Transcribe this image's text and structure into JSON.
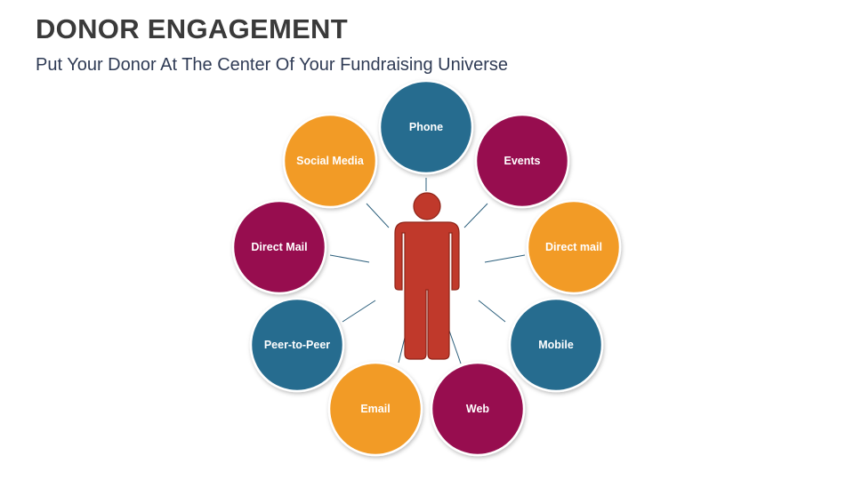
{
  "slide": {
    "title": "DONOR ENGAGEMENT",
    "subtitle": "Put Your Donor At The Center Of Your Fundraising Universe"
  },
  "colors": {
    "blue": "#276c8f",
    "purple": "#97114f",
    "orange": "#f29b26",
    "person": "#c0392b",
    "person_outline": "#8e2418",
    "connector": "#2c5f7c"
  },
  "center": {
    "icon": "person-icon"
  },
  "channels": [
    {
      "label": "Phone",
      "color": "blue"
    },
    {
      "label": "Events",
      "color": "purple"
    },
    {
      "label": "Direct mail",
      "color": "orange"
    },
    {
      "label": "Mobile",
      "color": "blue"
    },
    {
      "label": "Web",
      "color": "purple"
    },
    {
      "label": "Email",
      "color": "orange"
    },
    {
      "label": "Peer-to-Peer",
      "color": "blue"
    },
    {
      "label": "Direct Mail",
      "color": "purple"
    },
    {
      "label": "Social Media",
      "color": "orange"
    }
  ]
}
